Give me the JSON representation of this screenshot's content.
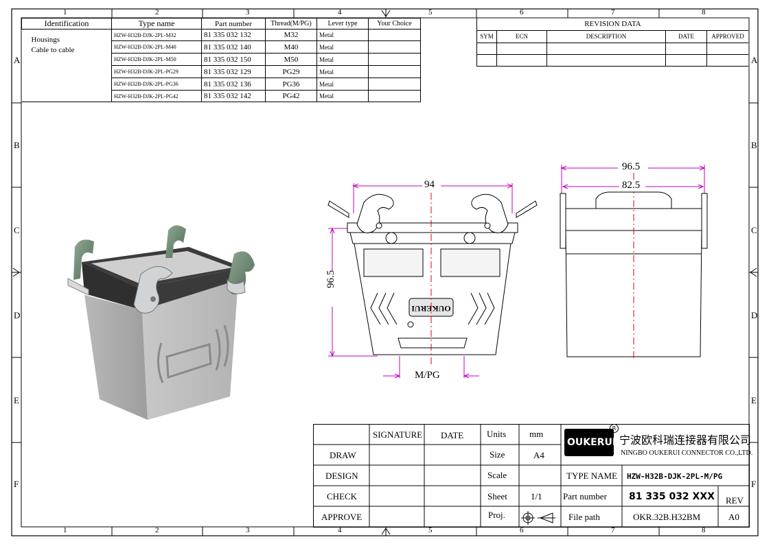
{
  "frame": {
    "columns": [
      "1",
      "2",
      "3",
      "4",
      "5",
      "6",
      "7",
      "8"
    ],
    "rows": [
      "A",
      "B",
      "C",
      "D",
      "E",
      "F"
    ]
  },
  "parts_table": {
    "headers": [
      "Identification",
      "Type name",
      "Part number",
      "Thread(M/PG)",
      "Lever type",
      "Your Choice"
    ],
    "identification_lines": [
      "Housings",
      "Cable to cable"
    ],
    "rows": [
      {
        "type": "HZW-H32B-DJK-2PL-M32",
        "part": "81 335 032 132",
        "thread": "M32",
        "lever": "Metal",
        "choice": ""
      },
      {
        "type": "HZW-H32B-DJK-2PL-M40",
        "part": "81 335 032 140",
        "thread": "M40",
        "lever": "Metal",
        "choice": ""
      },
      {
        "type": "HZW-H32B-DJK-2PL-M50",
        "part": "81 335 032 150",
        "thread": "M50",
        "lever": "Metal",
        "choice": ""
      },
      {
        "type": "HZW-H32B-DJK-2PL-PG29",
        "part": "81 335 032 129",
        "thread": "PG29",
        "lever": "Metal",
        "choice": ""
      },
      {
        "type": "HZW-H32B-DJK-2PL-PG36",
        "part": "81 335 032 136",
        "thread": "PG36",
        "lever": "Metal",
        "choice": ""
      },
      {
        "type": "HZW-H32B-DJK-2PL-PG42",
        "part": "81 335 032 142",
        "thread": "PG42",
        "lever": "Metal",
        "choice": ""
      }
    ]
  },
  "revision": {
    "title": "REVISION  DATA",
    "headers": [
      "SYM",
      "ECN",
      "DESCRIPTION",
      "DATE",
      "APPROVED"
    ]
  },
  "dimensions": {
    "front_width": "94",
    "front_height": "96.5",
    "thread_label": "M/PG",
    "side_width_outer": "96.5",
    "side_width_inner": "82.5",
    "front_logo": "OUKERUI"
  },
  "title_block": {
    "signature_header": "SIGNATURE",
    "date_header": "DATE",
    "roles": [
      "DRAW",
      "DESIGN",
      "CHECK",
      "APPROVE"
    ],
    "units_label": "Units",
    "units_value": "mm",
    "size_label": "Size",
    "size_value": "A4",
    "scale_label": "Scale",
    "scale_value": "",
    "sheet_label": "Sheet",
    "sheet_value": "1/1",
    "proj_label": "Proj.",
    "logo_text": "OUKERUI",
    "company_cn": "宁波欧科瑞连接器有限公司",
    "company_en": "NINGBO OUKERUI CONNECTOR CO.,LTD.",
    "type_name_label": "TYPE NAME",
    "type_name_value": "HZW-H32B-DJK-2PL-M/PG",
    "part_number_label": "Part number",
    "part_number_value": "81 335 032 XXX",
    "rev_label": "REV",
    "file_path_label": "File path",
    "file_path_value": "OKR.32B.H32BM",
    "rev_value": "A0"
  },
  "colors": {
    "dimension": "#c000c0",
    "centerline": "#e00000",
    "housing_gray": "#a9a9a9",
    "lever_green": "#6f8f72"
  }
}
